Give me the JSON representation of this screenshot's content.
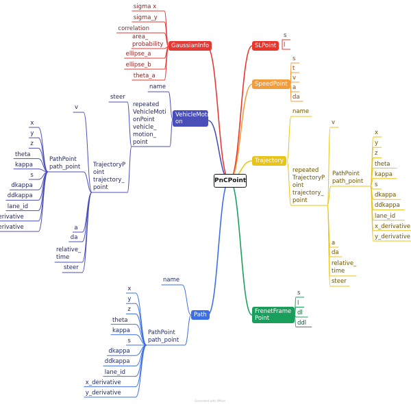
{
  "root": "PnCPoint",
  "colors": {
    "gaussian": "#e53935",
    "vehicle": "#4a4fb8",
    "path": "#3d6fe3",
    "sl": "#e8362d",
    "speed": "#f39c3a",
    "trajectory": "#e9c316",
    "frenet": "#1a9e5c",
    "gaussian_text": "#8e1f1f",
    "vehicle_text": "#22265e",
    "path_text": "#1d2a6b",
    "sl_text": "#8e1f1f",
    "speed_text": "#8b4b10",
    "trajectory_text": "#6b5300",
    "frenet_text": "#0c5a32"
  },
  "gaussian": {
    "label": "GaussianInfo",
    "items": [
      "sigma x",
      "sigma_y",
      "correlation",
      "area_ probability",
      "ellipse_a",
      "ellipse_b",
      "theta_a"
    ]
  },
  "sl": {
    "label": "SLPoint",
    "items": [
      "s",
      "l"
    ]
  },
  "speed": {
    "label": "SpeedPoint",
    "items": [
      "s",
      "t",
      "v",
      "a",
      "da"
    ]
  },
  "vehicle": {
    "label": "VehicleMoti on",
    "name": "name",
    "steer": "steer",
    "repeated": "repeated VehicleMoti onPoint vehicle_ motion_ point",
    "v": "v",
    "traj": "TrajectoryP oint trajectory_ point",
    "pathpoint": "PathPoint path_point",
    "pp_items": [
      "x",
      "y",
      "z",
      "theta",
      "kappa",
      "s",
      "dkappa",
      "ddkappa",
      "lane_id",
      "x_derivative",
      "y_derivative"
    ],
    "tail": [
      "a",
      "da",
      "relative_ time",
      "steer"
    ]
  },
  "trajectory": {
    "label": "Trajectory",
    "name": "name",
    "repeated": "repeated TrajectoryP oint trajectory_ point",
    "v": "v",
    "pathpoint": "PathPoint path_point",
    "pp_items": [
      "x",
      "y",
      "z",
      "theta",
      "kappa",
      "s",
      "dkappa",
      "ddkappa",
      "lane_id",
      "x_derivative",
      "y_derivative"
    ],
    "tail": [
      "a",
      "da",
      "relative_ time",
      "steer"
    ]
  },
  "path": {
    "label": "Path",
    "name": "name",
    "pathpoint": "PathPoint path_point",
    "pp_items": [
      "x",
      "y",
      "z",
      "theta",
      "kappa",
      "s",
      "dkappa",
      "ddkappa",
      "lane_id",
      "x_derivative",
      "y_derivative"
    ]
  },
  "frenet": {
    "label": "FrenetFrame Point",
    "items": [
      "s",
      "l",
      "dl",
      "ddl"
    ]
  },
  "footer": "Generated with XMind"
}
